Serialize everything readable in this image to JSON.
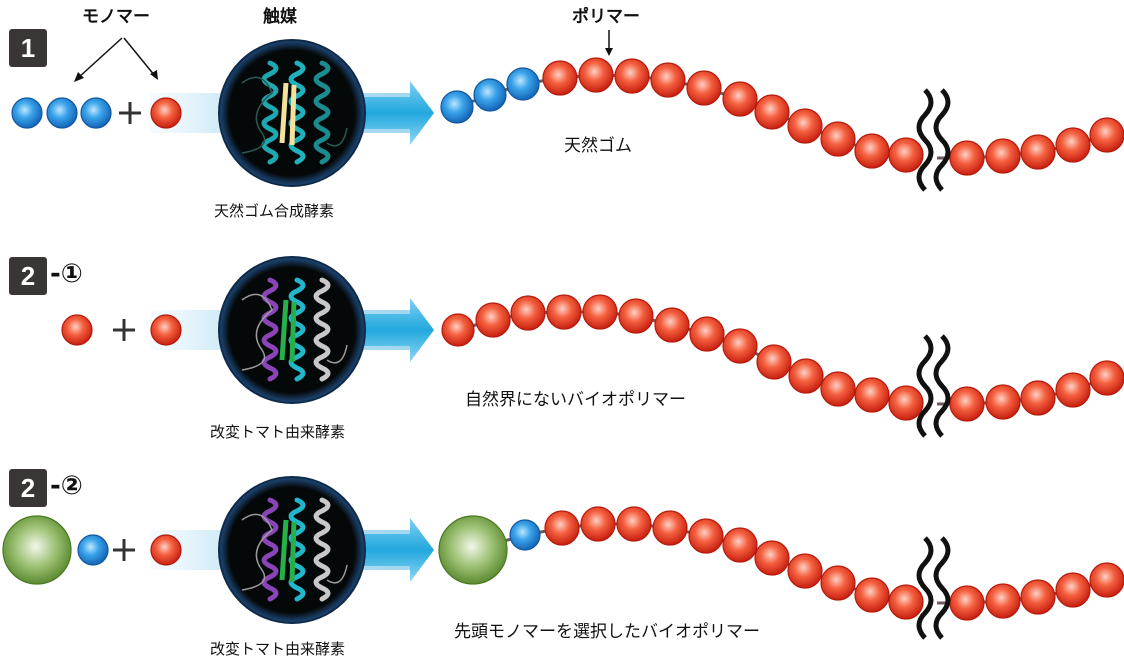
{
  "labels": {
    "monomer": "モノマー",
    "catalyst": "触媒",
    "polymer": "ポリマー"
  },
  "colors": {
    "blue_monomer": "#2b8fdb",
    "red_monomer": "#e8432a",
    "green_monomer": "#6a9a35",
    "arrow": "#2bb0e0",
    "badge": "#3a3636",
    "enzyme_bg": "#050808",
    "enzyme_ring": "#1d3a5e"
  },
  "rows": [
    {
      "badge": "1",
      "suffix": "",
      "reactants": [
        "blue",
        "blue",
        "blue",
        "+",
        "red"
      ],
      "enzyme_label": "天然ゴム合成酵素",
      "enzyme_style": "natural",
      "product_label": "天然ゴム",
      "chain_head": [
        "blue",
        "blue",
        "blue"
      ]
    },
    {
      "badge": "2",
      "suffix": "-①",
      "reactants": [
        "red",
        "+",
        "red"
      ],
      "enzyme_label": "改変トマト由来酵素",
      "enzyme_style": "modified",
      "product_label": "自然界にないバイオポリマー",
      "chain_head": [
        "red"
      ]
    },
    {
      "badge": "2",
      "suffix": "-②",
      "reactants": [
        "green",
        "blue",
        "+",
        "red"
      ],
      "enzyme_label": "改変トマト由来酵素",
      "enzyme_style": "modified",
      "product_label": "先頭モノマーを選択したバイオポリマー",
      "chain_head": [
        "green",
        "blue"
      ]
    }
  ]
}
